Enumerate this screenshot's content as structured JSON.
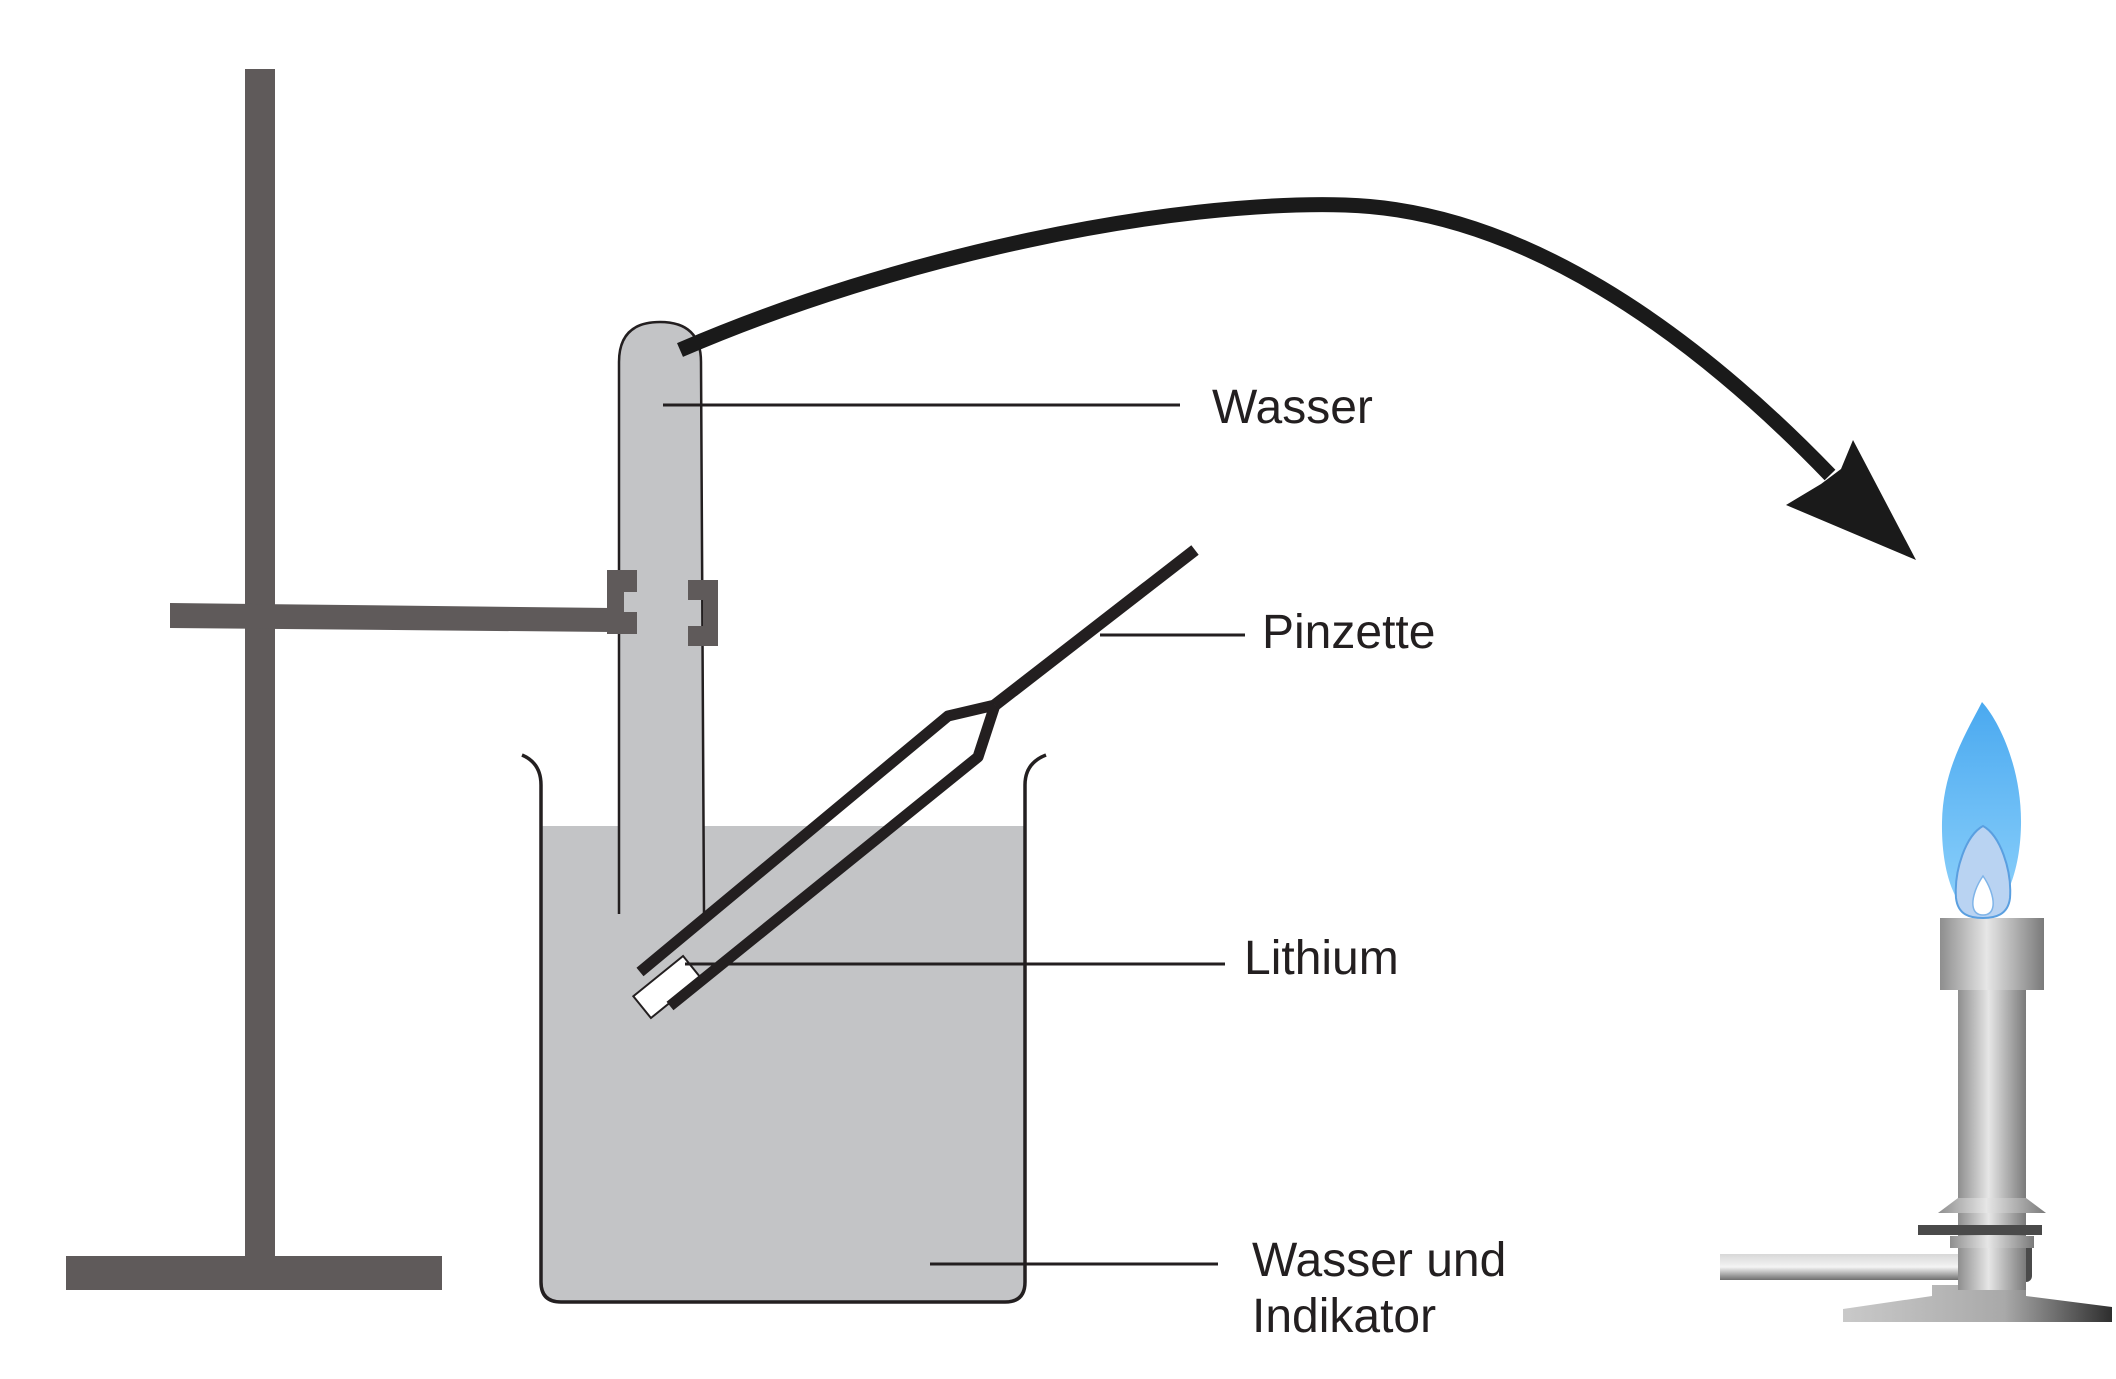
{
  "labels": {
    "wasser": "Wasser",
    "pinzette": "Pinzette",
    "lithium": "Lithium",
    "beaker_line1": "Wasser und",
    "beaker_line2": "Indikator"
  },
  "colors": {
    "stand": "#5f5a5a",
    "liquid": "#c3c4c6",
    "outline": "#231f20",
    "arrow": "#1a1a1a",
    "flame_outer": "#6cc4f5",
    "flame_inner": "#b9d3f2",
    "burner_metal": "#b8b8b8"
  }
}
